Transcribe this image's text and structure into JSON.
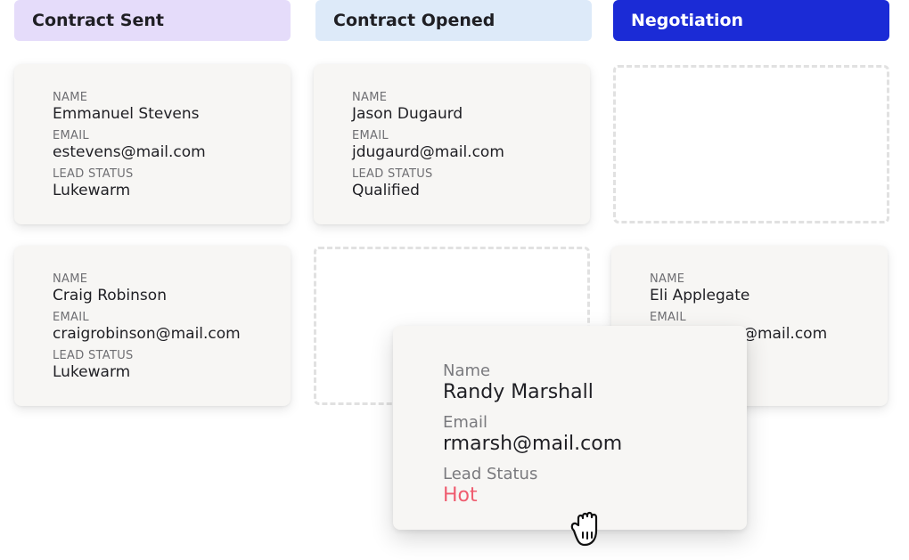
{
  "columns": [
    {
      "title": "Contract Sent",
      "color": "#e5dcfa"
    },
    {
      "title": "Contract Opened",
      "color": "#ddeaf9"
    },
    {
      "title": "Negotiation",
      "color": "#1b2bd6"
    }
  ],
  "fields": {
    "name": "NAME",
    "email": "EMAIL",
    "status": "LEAD STATUS"
  },
  "cards": {
    "emmanuel": {
      "name": "Emmanuel Stevens",
      "email": "estevens@mail.com",
      "status": "Lukewarm"
    },
    "jason": {
      "name": "Jason Dugaurd",
      "email": "jdugaurd@mail.com",
      "status": "Qualified"
    },
    "craig": {
      "name": "Craig Robinson",
      "email": "craigrobinson@mail.com",
      "status": "Lukewarm"
    },
    "eli": {
      "name": "Eli Applegate",
      "email_visible": "@mail.com"
    }
  },
  "dragged_card": {
    "name_label": "Name",
    "name": "Randy Marshall",
    "email_label": "Email",
    "email": "rmarsh@mail.com",
    "status_label": "Lead Status",
    "status": "Hot",
    "status_color": "#ef5c6f"
  },
  "cursor_icon": "grab-hand-icon"
}
